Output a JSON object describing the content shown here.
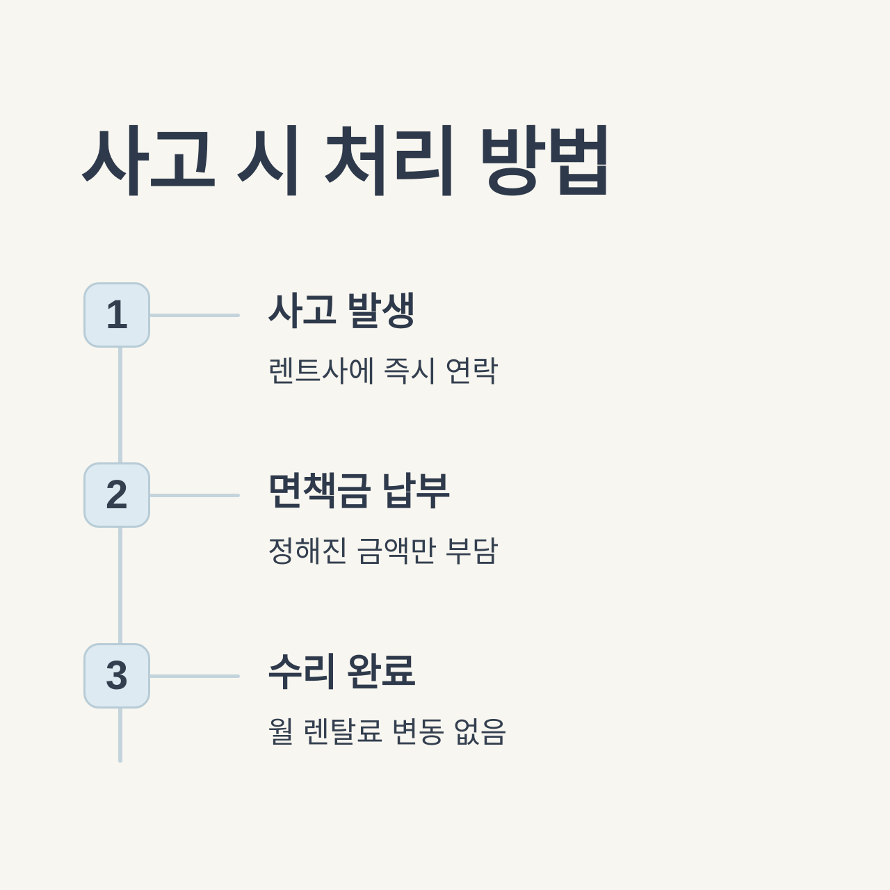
{
  "page": {
    "title": "사고 시 처리 방법",
    "colors": {
      "background": "#F8F6F0",
      "box_fill": "#DEEAF1",
      "box_border": "#B7CCD7",
      "line": "#C4D4DC",
      "text_dark": "#2E3A4B",
      "text_sub": "#333F4F"
    },
    "steps": [
      {
        "number": "1",
        "title": "사고 발생",
        "description": "렌트사에 즉시 연락"
      },
      {
        "number": "2",
        "title": "면책금 납부",
        "description": "정해진 금액만 부담"
      },
      {
        "number": "3",
        "title": "수리 완료",
        "description": "월 렌탈료 변동 없음"
      }
    ]
  }
}
